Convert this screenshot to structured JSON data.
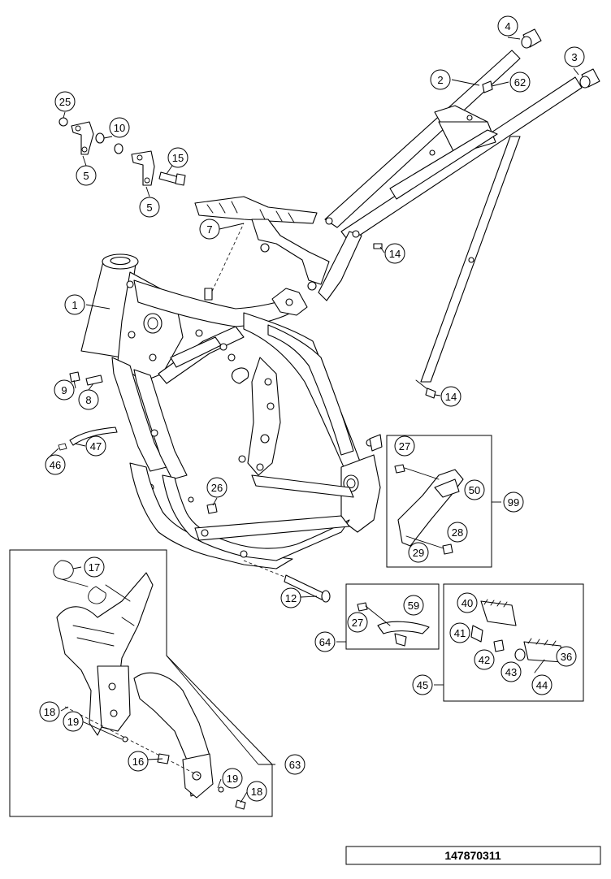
{
  "diagram": {
    "drawing_number": "147870311",
    "callouts": [
      {
        "id": "c1",
        "label": "1"
      },
      {
        "id": "c2",
        "label": "2"
      },
      {
        "id": "c3",
        "label": "3"
      },
      {
        "id": "c4",
        "label": "4"
      },
      {
        "id": "c5a",
        "label": "5"
      },
      {
        "id": "c5b",
        "label": "5"
      },
      {
        "id": "c7",
        "label": "7"
      },
      {
        "id": "c8",
        "label": "8"
      },
      {
        "id": "c9",
        "label": "9"
      },
      {
        "id": "c10",
        "label": "10"
      },
      {
        "id": "c12",
        "label": "12"
      },
      {
        "id": "c14a",
        "label": "14"
      },
      {
        "id": "c14b",
        "label": "14"
      },
      {
        "id": "c15",
        "label": "15"
      },
      {
        "id": "c16",
        "label": "16"
      },
      {
        "id": "c17",
        "label": "17"
      },
      {
        "id": "c18a",
        "label": "18"
      },
      {
        "id": "c18b",
        "label": "18"
      },
      {
        "id": "c19a",
        "label": "19"
      },
      {
        "id": "c19b",
        "label": "19"
      },
      {
        "id": "c25",
        "label": "25"
      },
      {
        "id": "c26",
        "label": "26"
      },
      {
        "id": "c27a",
        "label": "27"
      },
      {
        "id": "c27b",
        "label": "27"
      },
      {
        "id": "c28",
        "label": "28"
      },
      {
        "id": "c29",
        "label": "29"
      },
      {
        "id": "c36",
        "label": "36"
      },
      {
        "id": "c40",
        "label": "40"
      },
      {
        "id": "c41",
        "label": "41"
      },
      {
        "id": "c42",
        "label": "42"
      },
      {
        "id": "c43",
        "label": "43"
      },
      {
        "id": "c44",
        "label": "44"
      },
      {
        "id": "c45",
        "label": "45"
      },
      {
        "id": "c46",
        "label": "46"
      },
      {
        "id": "c47",
        "label": "47"
      },
      {
        "id": "c50",
        "label": "50"
      },
      {
        "id": "c59",
        "label": "59"
      },
      {
        "id": "c62",
        "label": "62"
      },
      {
        "id": "c63",
        "label": "63"
      },
      {
        "id": "c64",
        "label": "64"
      },
      {
        "id": "c99",
        "label": "99"
      }
    ]
  }
}
